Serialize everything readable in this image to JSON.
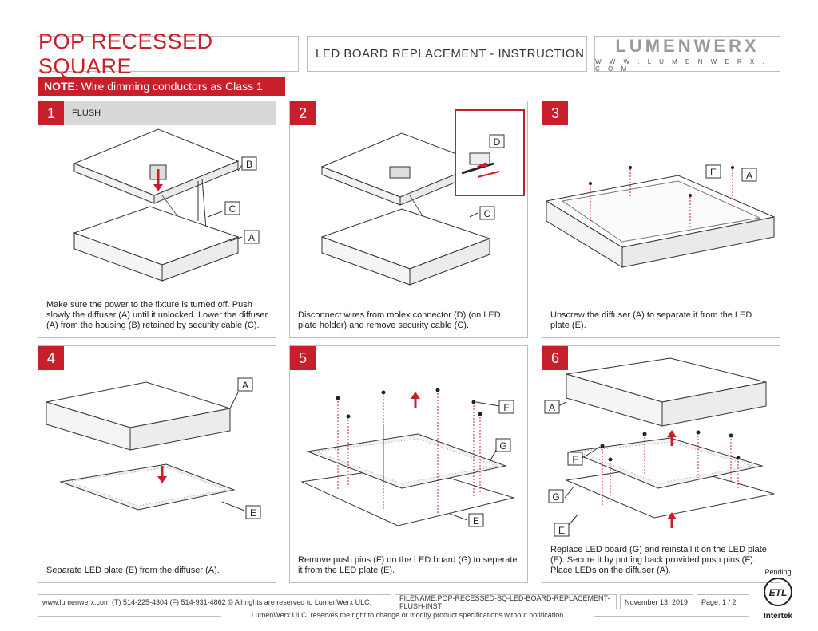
{
  "header": {
    "title": "POP RECESSED SQUARE",
    "subtitle": "LED BOARD REPLACEMENT - INSTRUCTION",
    "logo_name": "LUMENWERX",
    "logo_url": "W W W . L U M E N W E R X . C O M"
  },
  "note": {
    "prefix": "NOTE:",
    "text": "Wire dimming conductors as Class 1"
  },
  "steps": [
    {
      "num": "1",
      "mode": "FLUSH",
      "labels": [
        "A",
        "B",
        "C"
      ],
      "caption": "Make sure the power to the fixture is turned off. Push slowly the diffuser (A) until it unlocked. Lower the diffuser (A) from the housing (B) retained by security cable (C)."
    },
    {
      "num": "2",
      "labels": [
        "C",
        "D"
      ],
      "caption": "Disconnect wires from molex connector (D) (on LED plate holder) and remove security cable (C)."
    },
    {
      "num": "3",
      "labels": [
        "A",
        "E"
      ],
      "caption": "Unscrew  the diffuser (A) to separate it from the LED plate (E)."
    },
    {
      "num": "4",
      "labels": [
        "A",
        "E"
      ],
      "caption": "Separate LED plate (E) from the diffuser (A)."
    },
    {
      "num": "5",
      "labels": [
        "E",
        "F",
        "G"
      ],
      "caption": "Remove push pins (F) on the LED board (G) to seperate it from the LED plate (E)."
    },
    {
      "num": "6",
      "labels": [
        "A",
        "E",
        "F",
        "G"
      ],
      "caption": "Replace LED board (G) and reinstall it on the LED plate (E). Secure it by putting back provided push pins (F). Place LEDs on the diffuser (A)."
    }
  ],
  "footer": {
    "contact": "www.lumenwerx.com (T) 514-225-4304 (F) 514-931-4862 © All rights are reserved to LumenWerx ULC.",
    "filename": "FILENAME:POP-RECESSED-SQ-LED-BOARD-REPLACEMENT-FLUSH-INST",
    "date": "November 13, 2019",
    "page": "Page: 1 / 2",
    "disclaimer": "LumenWerx ULC. reserves the right to change or modify product specifications without notification"
  },
  "certification": {
    "status": "Pending",
    "mark": "ETL",
    "lab": "Intertek"
  },
  "colors": {
    "accent": "#c8202a",
    "border": "#bdbdbd",
    "bar": "#d8d8d8"
  }
}
